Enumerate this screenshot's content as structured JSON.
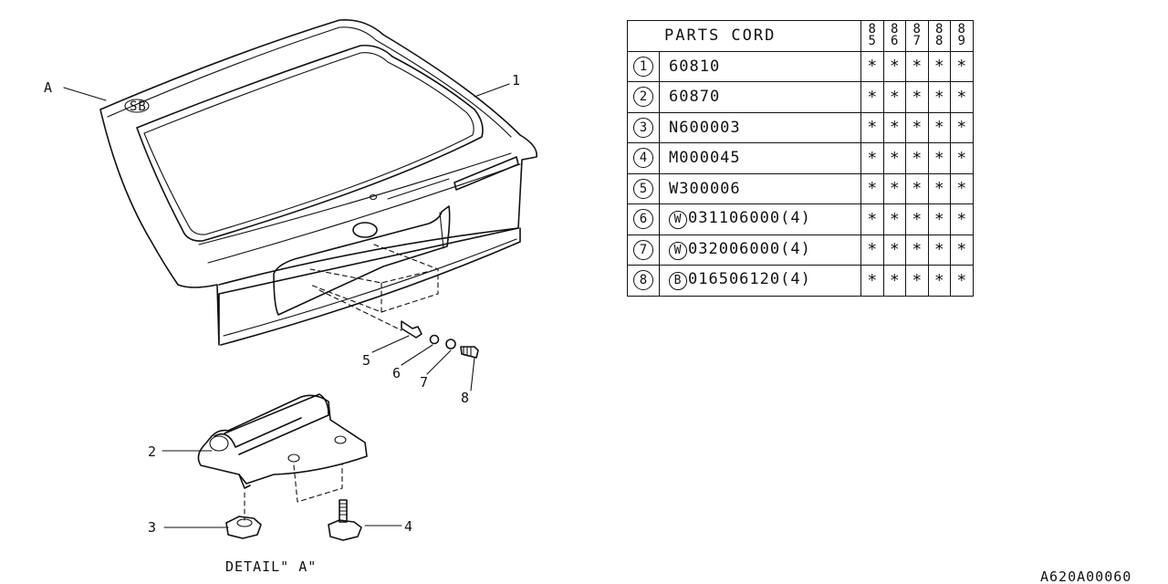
{
  "table": {
    "header_label": "PARTS CORD",
    "years": [
      [
        "8",
        "5"
      ],
      [
        "8",
        "6"
      ],
      [
        "8",
        "7"
      ],
      [
        "8",
        "8"
      ],
      [
        "8",
        "9"
      ]
    ],
    "rows": [
      {
        "num": "1",
        "prefix": "",
        "code": "60810",
        "marks": [
          "*",
          "*",
          "*",
          "*",
          "*"
        ]
      },
      {
        "num": "2",
        "prefix": "",
        "code": "60870",
        "marks": [
          "*",
          "*",
          "*",
          "*",
          "*"
        ]
      },
      {
        "num": "3",
        "prefix": "",
        "code": "N600003",
        "marks": [
          "*",
          "*",
          "*",
          "*",
          "*"
        ]
      },
      {
        "num": "4",
        "prefix": "",
        "code": "M000045",
        "marks": [
          "*",
          "*",
          "*",
          "*",
          "*"
        ]
      },
      {
        "num": "5",
        "prefix": "",
        "code": "W300006",
        "marks": [
          "*",
          "*",
          "*",
          "*",
          "*"
        ]
      },
      {
        "num": "6",
        "prefix": "W",
        "code": "031106000(4)",
        "marks": [
          "*",
          "*",
          "*",
          "*",
          "*"
        ]
      },
      {
        "num": "7",
        "prefix": "W",
        "code": "032006000(4)",
        "marks": [
          "*",
          "*",
          "*",
          "*",
          "*"
        ]
      },
      {
        "num": "8",
        "prefix": "B",
        "code": "016506120(4)",
        "marks": [
          "*",
          "*",
          "*",
          "*",
          "*"
        ]
      }
    ]
  },
  "callouts": {
    "a": "A",
    "one": "1",
    "two": "2",
    "three": "3",
    "four": "4",
    "five": "5",
    "six": "6",
    "seven": "7",
    "eight": "8"
  },
  "detail_caption": "DETAIL\" A\"",
  "drawing_id": "A620A00060"
}
